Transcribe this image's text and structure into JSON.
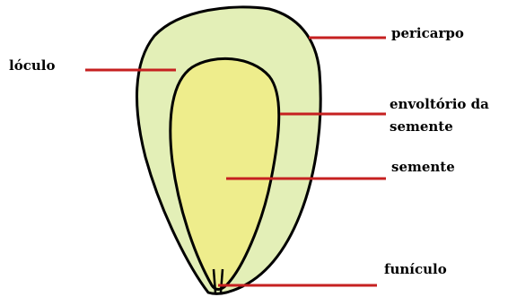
{
  "diagram": {
    "labels": {
      "loculo": "lóculo",
      "pericarpo": "pericarpo",
      "envoltorio_line1": "envoltório da",
      "envoltorio_line2": "semente",
      "semente": "semente",
      "funiculo": "funículo"
    },
    "colors": {
      "pericarp_fill": "#e3efb7",
      "seed_fill": "#eeed8c",
      "outline": "#000000",
      "leader_line": "#c62020"
    }
  }
}
